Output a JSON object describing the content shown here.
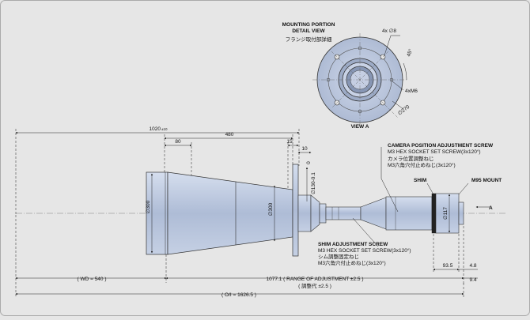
{
  "detail": {
    "title": "MOUNTING PORTION",
    "subtitle": "DETAIL VIEW",
    "title_jp": "フランジ取付部詳細",
    "view_label": "VIEW A",
    "holes_label": "4x ∅8",
    "angle_label": "45°",
    "thread_label": "4xM6",
    "pcd_label": "∅270"
  },
  "dims": {
    "overall_length": "1020",
    "overall_length_tol": "±10",
    "cone_length": "480",
    "flange_dim": "80",
    "flange_thk": "15",
    "ring_dim": "10",
    "end_diameter": "∅300",
    "cone_diameter": "∅300",
    "flange_diameter": "∅130-0.1",
    "flange_tol": "0",
    "mount_diameter": "∅117",
    "dim_93": "93.5",
    "dim_48": "4.8",
    "dim_94": "9.4",
    "wd": "( WD = 540 )",
    "range": "1077.1 ( RANGE OF ADJUSTMENT ±2.5 )",
    "range_jp": "( 調整代 ±2.5 )",
    "oi": "( O/I = 1626.5 )"
  },
  "callouts": {
    "camera_1": "CAMERA    POSITION ADJUSTMENT SCREW",
    "camera_2": "M3 HEX SOCKET SET SCREW(3x120°)",
    "camera_3": "カメラ位置調整ねじ",
    "camera_4": "M3六角穴付止めねじ(3x120°)",
    "shim": "SHIM",
    "mount": "M95 MOUNT",
    "arrow_a": "A",
    "shim_adj_1": "SHIM ADJUSTMENT SCREW",
    "shim_adj_2": "M3 HEX SOCKET SET SCREW(3x120°)",
    "shim_adj_3": "シム調整固定ねじ",
    "shim_adj_4": "M3六角穴付止めねじ(3x120°)"
  },
  "colors": {
    "background": "#e6e6e6",
    "body_fill": "#bcc8de",
    "line": "#222222",
    "dim_line": "#c0392b"
  }
}
